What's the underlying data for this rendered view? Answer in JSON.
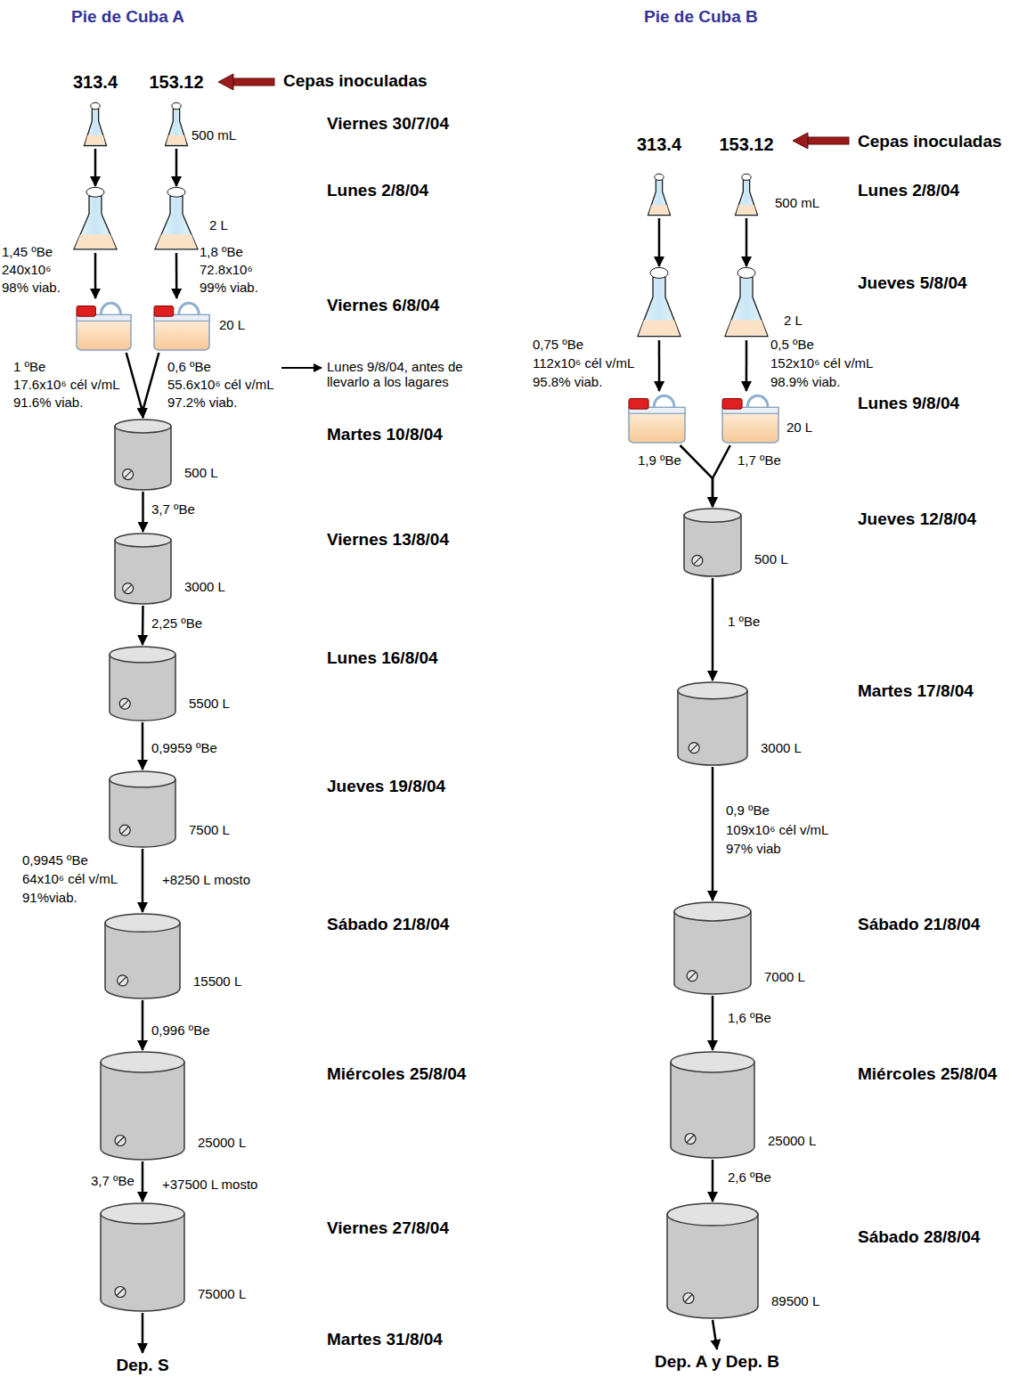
{
  "diagram": {
    "nodes": [
      {
        "text": [
          "313.4"
        ]
      },
      {
        "text": [
          "153.12",
          "500 mL"
        ]
      },
      {
        "text": []
      },
      {
        "text": [
          "2 L"
        ]
      },
      {
        "text": []
      },
      {
        "text": [
          "20 L"
        ]
      },
      {
        "text": [
          "500 L"
        ]
      },
      {
        "text": [
          "3000 L"
        ]
      },
      {
        "text": [
          "5500 L"
        ]
      },
      {
        "text": [
          "7500 L"
        ]
      },
      {
        "text": [
          "15500 L"
        ]
      },
      {
        "text": [
          "25000 L"
        ]
      },
      {
        "text": [
          "75000 L"
        ]
      },
      {
        "text": [
          "Dep. S"
        ]
      },
      {
        "text": [
          "313.4"
        ]
      },
      {
        "text": [
          "153.12",
          "500 mL"
        ]
      },
      {
        "text": []
      },
      {
        "text": [
          "2 L"
        ]
      },
      {
        "text": []
      },
      {
        "text": [
          "20 L"
        ]
      },
      {
        "text": [
          "500 L"
        ]
      },
      {
        "text": [
          "3000 L"
        ]
      },
      {
        "text": [
          "7000 L"
        ]
      },
      {
        "text": [
          "25000 L"
        ]
      },
      {
        "text": [
          "89500 L"
        ]
      },
      {
        "text": [
          "Dep. A y Dep. B"
        ]
      }
    ],
    "edges": [
      {
        "from": 0,
        "to": 2,
        "arrow": "to"
      },
      {
        "from": 1,
        "to": 3,
        "arrow": "to"
      },
      {
        "from": 2,
        "to": 4,
        "arrow": "to"
      },
      {
        "from": 3,
        "to": 5,
        "arrow": "to"
      },
      {
        "from": 4,
        "to": 6,
        "arrow": "to"
      },
      {
        "from": 5,
        "to": 6,
        "arrow": "to"
      },
      {
        "from": 6,
        "to": 7,
        "label": "3,7 ºBe",
        "arrow": "to"
      },
      {
        "from": 7,
        "to": 8,
        "label": "2,25 ºBe",
        "arrow": "to"
      },
      {
        "from": 8,
        "to": 9,
        "label": "0,9959 ºBe",
        "arrow": "to"
      },
      {
        "from": 9,
        "to": 10,
        "arrow": "to"
      },
      {
        "from": 10,
        "to": 11,
        "label": "0,996 ºBe",
        "arrow": "to"
      },
      {
        "from": 11,
        "to": 12,
        "label": "3,7 ºBe",
        "arrow": "to"
      },
      {
        "from": 12,
        "to": 13,
        "arrow": "to"
      },
      {
        "from": 14,
        "to": 16,
        "arrow": "to"
      },
      {
        "from": 15,
        "to": 17,
        "arrow": "to"
      },
      {
        "from": 16,
        "to": 18,
        "arrow": "to"
      },
      {
        "from": 17,
        "to": 19,
        "arrow": "to"
      },
      {
        "from": 18,
        "to": 20,
        "arrow": "to"
      },
      {
        "from": 19,
        "to": 20,
        "arrow": "to"
      },
      {
        "from": 20,
        "to": 21,
        "label": "1 ºBe",
        "arrow": "to"
      },
      {
        "from": 21,
        "to": 22,
        "arrow": "to"
      },
      {
        "from": 22,
        "to": 23,
        "label": "1,6 ºBe",
        "arrow": "to"
      },
      {
        "from": 23,
        "to": 24,
        "label": "2,6 ºBe",
        "arrow": "to"
      },
      {
        "from": 24,
        "to": 25,
        "arrow": "to"
      }
    ],
    "labels": [
      "Pie de Cuba A",
      "Pie de Cuba B",
      "Cepas inoculadas",
      "Cepas inoculadas",
      "Viernes 30/7/04",
      "Lunes 2/8/04",
      "Viernes 6/8/04",
      "Martes 10/8/04",
      "Viernes 13/8/04",
      "Lunes 16/8/04",
      "Jueves 19/8/04",
      "Sábado 21/8/04",
      "Miércoles 25/8/04",
      "Viernes 27/8/04",
      "Martes 31/8/04",
      "Lunes 2/8/04",
      "Jueves 5/8/04",
      "Lunes 9/8/04",
      "Jueves 12/8/04",
      "Martes 17/8/04",
      "Sábado 21/8/04",
      "Miércoles 25/8/04",
      "Sábado 28/8/04",
      "1,45 ºBe",
      "240x10⁶",
      "98% viab.",
      "1,8 ºBe",
      "72.8x10⁶",
      "99% viab.",
      "1 ºBe",
      "17.6x10⁶ cél v/mL",
      "91.6% viab.",
      "0,6 ºBe",
      "55.6x10⁶ cél v/mL",
      "97.2% viab.",
      "Lunes 9/8/04, antes de llevarlo a los lagares",
      "0,9945 ºBe",
      "64x10⁶ cél v/mL",
      "91%viab.",
      "+8250 L mosto",
      "+37500 L mosto",
      "0,75 ºBe",
      "112x10⁶ cél v/mL",
      "95.8% viab.",
      "0,5 ºBe",
      "152x10⁶ cél v/mL",
      "98.9% viab.",
      "1,9 ºBe",
      "1,7 ºBe",
      "0,9 ºBe",
      "109x10⁶ cél v/mL",
      "97% viab"
    ]
  }
}
